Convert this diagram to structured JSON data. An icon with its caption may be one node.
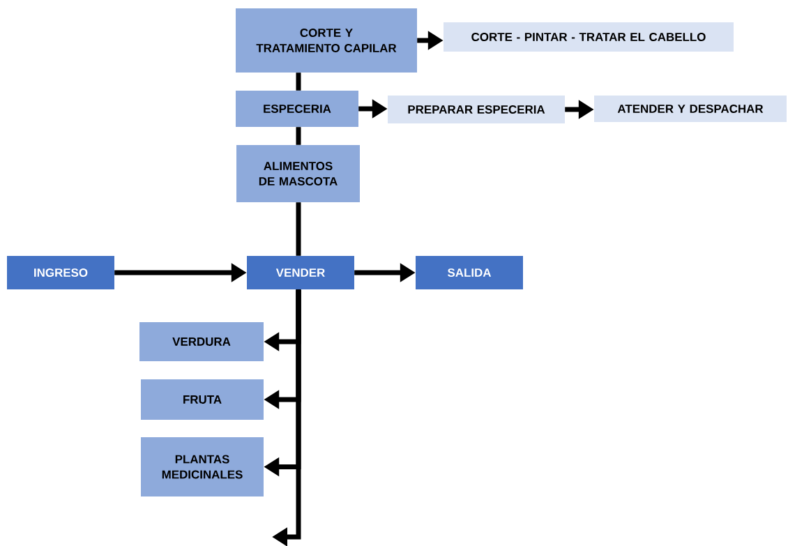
{
  "diagram": {
    "nodes": [
      {
        "text": [
          "CORTE Y TRATAMIENTO CAPILAR"
        ]
      },
      {
        "text": [
          "CORTE - PINTAR - TRATAR EL CABELLO"
        ]
      },
      {
        "text": [
          "ESPECERIA"
        ]
      },
      {
        "text": [
          "PREPARAR ESPECERIA"
        ]
      },
      {
        "text": [
          "ATENDER Y DESPACHAR"
        ]
      },
      {
        "text": [
          "ALIMENTOS DE MASCOTA"
        ]
      },
      {
        "text": [
          "INGRESO"
        ]
      },
      {
        "text": [
          "VENDER"
        ]
      },
      {
        "text": [
          "SALIDA"
        ]
      },
      {
        "text": [
          "VERDURA"
        ]
      },
      {
        "text": [
          "FRUTA"
        ]
      },
      {
        "text": [
          "PLANTAS MEDICINALES"
        ]
      }
    ],
    "edges": [
      {
        "from": 0,
        "to": 1,
        "arrow": "to"
      },
      {
        "from": 2,
        "to": 3,
        "arrow": "to"
      },
      {
        "from": 3,
        "to": 4,
        "arrow": "to"
      },
      {
        "from": 0,
        "to": 2,
        "arrow": "none"
      },
      {
        "from": 2,
        "to": 5,
        "arrow": "none"
      },
      {
        "from": 5,
        "to": 7,
        "arrow": "none"
      },
      {
        "from": 6,
        "to": 7,
        "arrow": "to"
      },
      {
        "from": 7,
        "to": 8,
        "arrow": "to"
      },
      {
        "from": 7,
        "to": 9,
        "arrow": "to"
      },
      {
        "from": 7,
        "to": 10,
        "arrow": "to"
      },
      {
        "from": 7,
        "to": 11,
        "arrow": "to"
      },
      {
        "from": 7,
        "to": null,
        "arrow": "to"
      }
    ]
  }
}
